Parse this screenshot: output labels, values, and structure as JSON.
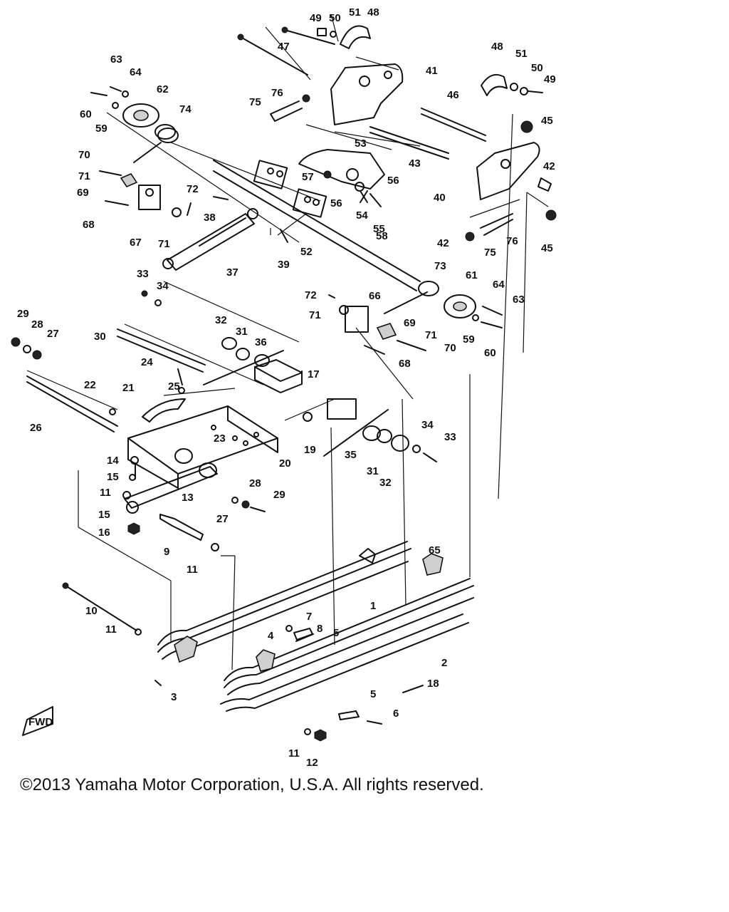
{
  "diagram": {
    "callouts": [
      "49",
      "50",
      "51",
      "48",
      "47",
      "41",
      "75",
      "76",
      "46",
      "63",
      "64",
      "62",
      "60",
      "59",
      "74",
      "48",
      "51",
      "50",
      "49",
      "45",
      "53",
      "43",
      "42",
      "40",
      "70",
      "71",
      "69",
      "68",
      "67",
      "72",
      "38",
      "57",
      "56",
      "56",
      "54",
      "55",
      "42",
      "75",
      "76",
      "45",
      "71",
      "52",
      "58",
      "39",
      "37",
      "33",
      "34",
      "73",
      "61",
      "64",
      "63",
      "72",
      "66",
      "71",
      "69",
      "71",
      "70",
      "59",
      "60",
      "68",
      "29",
      "28",
      "27",
      "32",
      "31",
      "36",
      "30",
      "17",
      "24",
      "25",
      "22",
      "21",
      "26",
      "23",
      "20",
      "19",
      "35",
      "31",
      "32",
      "34",
      "33",
      "14",
      "15",
      "11",
      "13",
      "28",
      "29",
      "15",
      "16",
      "27",
      "9",
      "11",
      "65",
      "10",
      "11",
      "7",
      "8",
      "5",
      "4",
      "1",
      "2",
      "3",
      "18",
      "5",
      "6",
      "11",
      "12"
    ],
    "fwd_label": "FWD"
  },
  "footer": {
    "copyright": "©2013 Yamaha Motor Corporation, U.S.A. All rights reserved."
  }
}
